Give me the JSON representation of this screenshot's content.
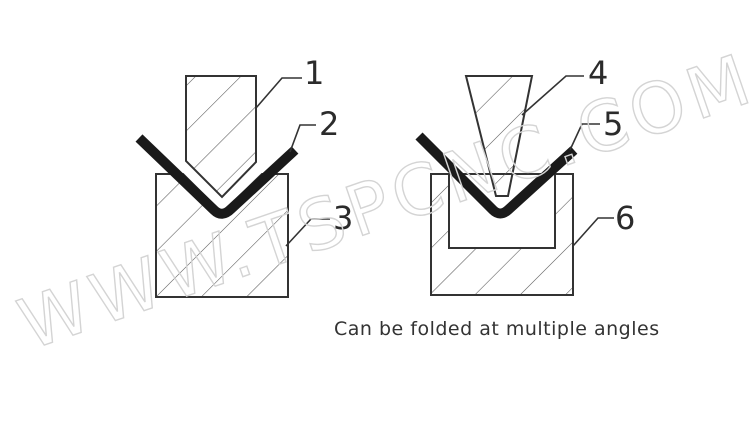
{
  "diagram": {
    "left_labels": [
      "1",
      "2",
      "3"
    ],
    "right_labels": [
      "4",
      "5",
      "6"
    ],
    "caption": "Can be folded at multiple angles",
    "watermark": "WWW.TSPCNC.COM"
  },
  "colors": {
    "line": "#333333",
    "sheet": "#1a1a1a",
    "hatch": "#555555",
    "watermark": "#d4d4d4"
  }
}
